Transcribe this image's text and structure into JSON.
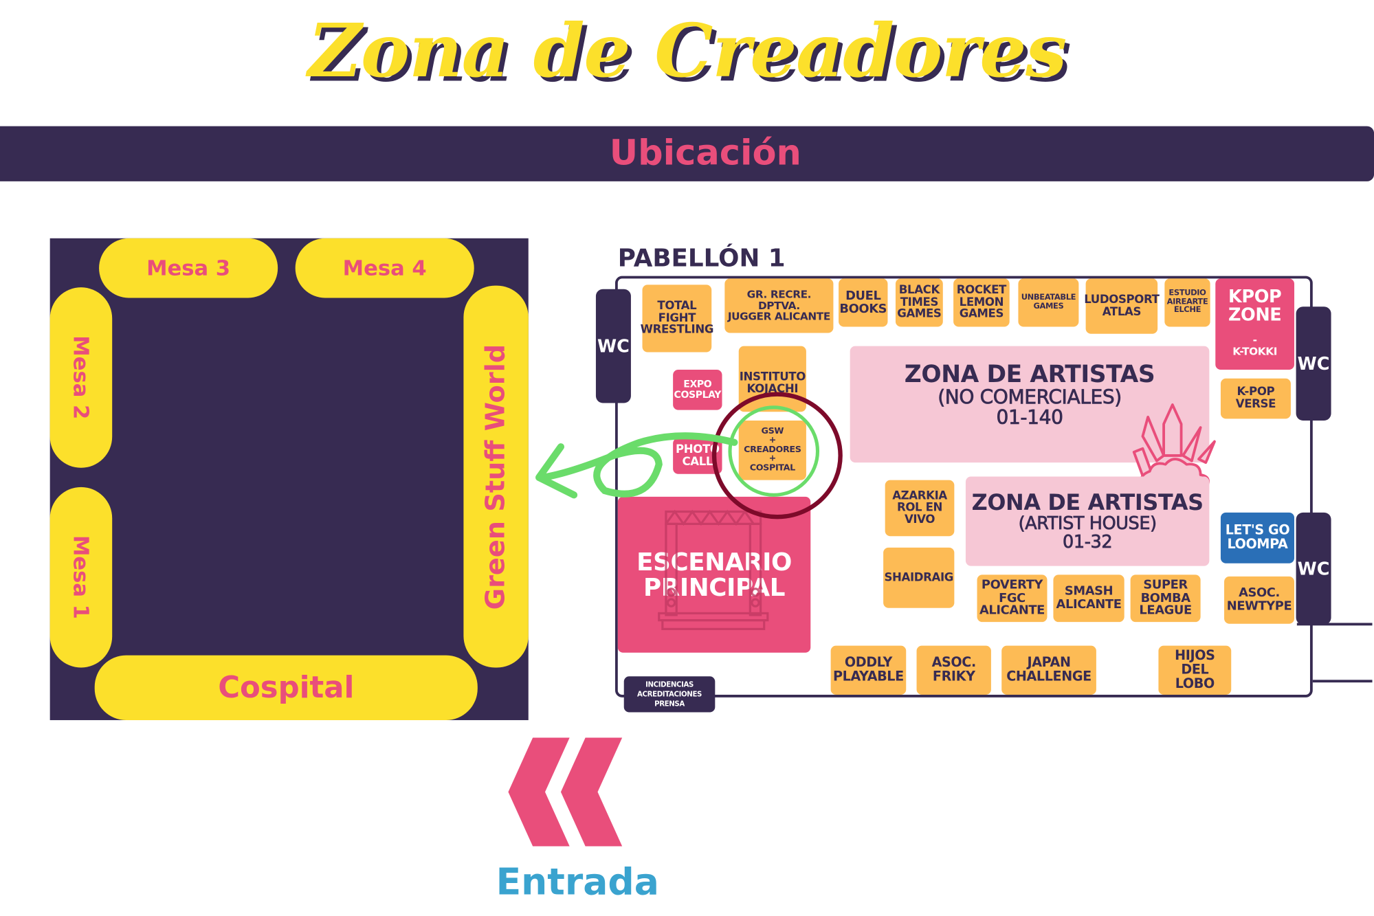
{
  "title": "Zona de Creadores",
  "banner": "Ubicación",
  "left_plan": {
    "tables": [
      "Mesa 3",
      "Mesa 4",
      "Mesa 2",
      "Mesa 1"
    ],
    "green_stuff": "Green Stuff World",
    "cospital": "Cospital"
  },
  "hall": {
    "label": "PABELLÓN 1",
    "wc": "WC",
    "booths": [
      {
        "label": "TOTAL\nFIGHT\nWRESTLING"
      },
      {
        "label": "GR. RECRE. DPTVA.\nJUGGER ALICANTE"
      },
      {
        "label": "DUEL\nBOOKS"
      },
      {
        "label": "BLACK\nTIMES\nGAMES"
      },
      {
        "label": "ROCKET\nLEMON\nGAMES"
      },
      {
        "label": "UNBEATABLE\nGAMES"
      },
      {
        "label": "LUDOSPORT\nATLAS"
      },
      {
        "label": "ESTUDIO\nAIREARTE\nELCHE"
      },
      {
        "label": "KPOP\nZONE"
      },
      {
        "label": "-\nK-TOKKI"
      },
      {
        "label": "K-POP\nVERSE"
      },
      {
        "label": "EXPO\nCOSPLAY"
      },
      {
        "label": "INSTITUTO\nKOJACHI"
      },
      {
        "label": "GSW\n+\nCREADORES\n+\nCOSPITAL"
      },
      {
        "label": "PHOTO\nCALL"
      },
      {
        "label": "ZONA DE ARTISTAS"
      },
      {
        "label": "(NO COMERCIALES)\n01-140"
      },
      {
        "label": "ESCENARIO\nPRINCIPAL"
      },
      {
        "label": "AZARKIA\nROL EN\nVIVO"
      },
      {
        "label": "SHAIDRAIG"
      },
      {
        "label": "ZONA DE ARTISTAS"
      },
      {
        "label": "(ARTIST HOUSE)\n01-32"
      },
      {
        "label": "LET'S GO\nLOOMPA"
      },
      {
        "label": "POVERTY\nFGC\nALICANTE"
      },
      {
        "label": "SMASH\nALICANTE"
      },
      {
        "label": "SUPER\nBOMBA\nLEAGUE"
      },
      {
        "label": "ASOC.\nNEWTYPE"
      },
      {
        "label": "ODDLY\nPLAYABLE"
      },
      {
        "label": "ASOC.\nFRIKY"
      },
      {
        "label": "JAPAN\nCHALLENGE"
      },
      {
        "label": "HIJOS\nDEL\nLOBO"
      },
      {
        "label": "INCIDENCIAS\nACREDITACIONES\nPRENSA"
      }
    ]
  },
  "entrance": "Entrada",
  "colors": {
    "navy": "#372B52",
    "yellow": "#FCE02B",
    "pink": "#E94E7B",
    "orange": "#FDBB55",
    "green": "#6ADC6A",
    "maroon": "#7D0A2A",
    "blue": "#3AA3CF"
  }
}
